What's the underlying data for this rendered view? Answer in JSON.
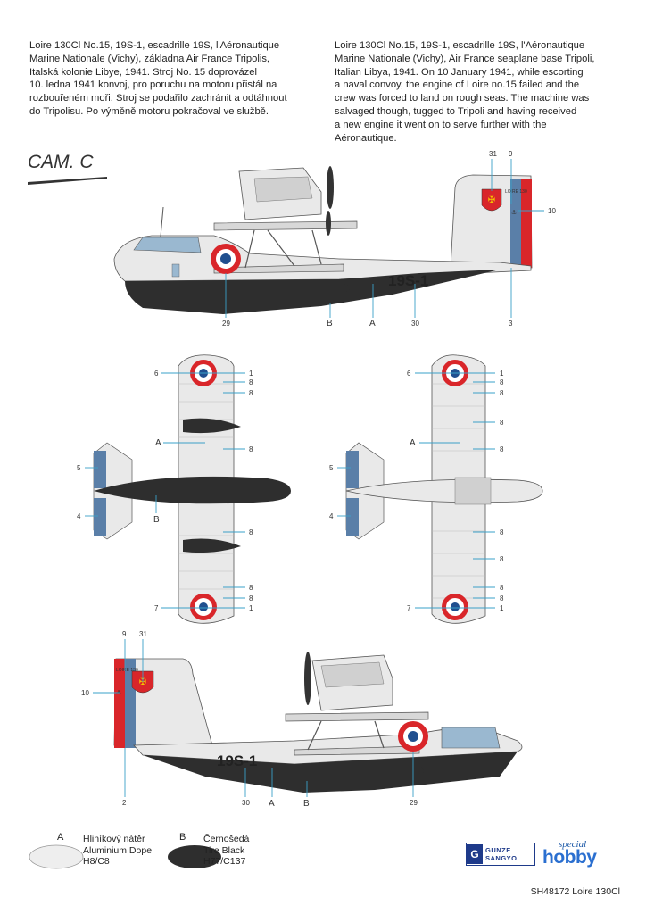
{
  "description": {
    "cz": [
      "Loire 130Cl No.15, 19S-1,  escadrille 19S, l'Aéronautique",
      "Marine Nationale (Vichy),  základna Air France Tripolis,",
      "Italská kolonie Libye, 1941. Stroj No. 15 doprovázel",
      "10. ledna 1941 konvoj, pro poruchu na motoru přistál na",
      "rozbouřeném moři. Stroj se podařilo zachránit a odtáhnout",
      "do Tripolisu. Po výměně motoru pokračoval ve službě."
    ],
    "en": [
      "Loire 130Cl No.15, 19S-1,  escadrille 19S, l'Aéronautique",
      "Marine Nationale (Vichy),  Air France seaplane base Tripoli,",
      "Italian Libya, 1941. On 10 January 1941, while escorting",
      "a naval convoy, the engine of Loire no.15 failed and the",
      "crew was forced to land on rough seas. The machine was",
      "salvaged though, tugged to Tripoli and having received",
      "a new engine it went on to serve further with the",
      "Aéronautique."
    ]
  },
  "scheme_title": "CAM. C",
  "aircraft_code": "19S-1",
  "fin_text": "LOIRE 130",
  "callouts": {
    "top_side": {
      "n31": "31",
      "n9": "9",
      "n10": "10",
      "n29": "29",
      "nB": "B",
      "nA": "A",
      "n30": "30",
      "n3": "3"
    },
    "plan_left": {
      "n6": "6",
      "n1": "1",
      "n8a": "8",
      "n8b": "8",
      "nA": "A",
      "n8c": "8",
      "n5": "5",
      "nB": "B",
      "n4": "4",
      "n8d": "8",
      "n8e": "8",
      "n8f": "8",
      "n7": "7",
      "n1b": "1"
    },
    "plan_right": {
      "n6": "6",
      "n1": "1",
      "n8a": "8",
      "n8b": "8",
      "n8c": "8",
      "nA": "A",
      "n8d": "8",
      "n5": "5",
      "n4": "4",
      "n8e": "8",
      "n8f": "8",
      "n8g": "8",
      "n8h": "8",
      "n7": "7",
      "n1b": "1"
    },
    "bottom_side": {
      "n9": "9",
      "n31": "31",
      "n10": "10",
      "n2": "2",
      "n30": "30",
      "nA": "A",
      "nB": "B",
      "n29": "29"
    }
  },
  "legend": [
    {
      "letter": "A",
      "cz": "Hliníkový nátěr",
      "en": "Aluminium Dope",
      "code": "H8/C8",
      "color": "#eeeeee"
    },
    {
      "letter": "B",
      "cz": "Černošedá",
      "en": "Tire Black",
      "code": "H77/C137",
      "color": "#2e2e2e"
    }
  ],
  "logos": {
    "gunze_line1": "GUNZE",
    "gunze_line2": "SANGYO",
    "special": "special",
    "hobby": "hobby"
  },
  "footer": "SH48172 Loire 130Cl",
  "colors": {
    "aluminium": "#e9e9e9",
    "black": "#2e2e2e",
    "roundel_red": "#d9262a",
    "roundel_blue": "#1f4f8f",
    "rudder_blue": "#5a7fa8",
    "leader": "#3aa0c8"
  }
}
